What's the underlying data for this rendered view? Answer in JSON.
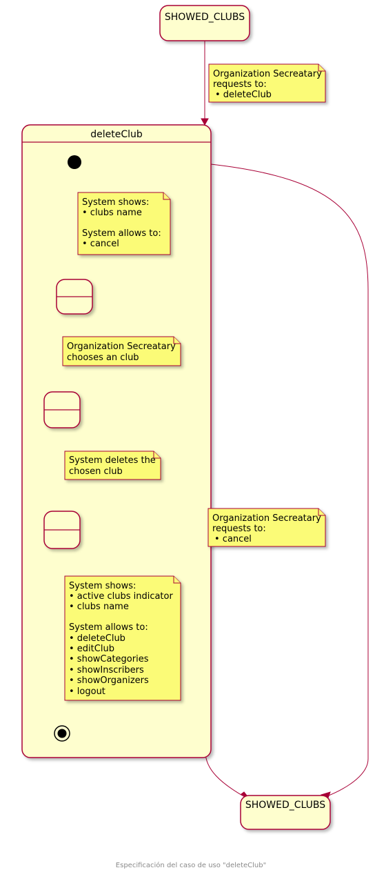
{
  "diagram": {
    "start_state": "SHOWED_CLUBS",
    "end_state": "SHOWED_CLUBS",
    "composite_state": "deleteClub",
    "notes": {
      "request_delete": [
        "Organization Secreatary",
        "requests to:",
        "• deleteClub"
      ],
      "system_shows_1": [
        "System shows:",
        "• clubs name",
        "",
        "System allows to:",
        "• cancel"
      ],
      "chooses_club": [
        "Organization Secreatary",
        "chooses an club"
      ],
      "deletes": [
        "System deletes the",
        "chosen club"
      ],
      "request_cancel": [
        "Organization Secreatary",
        "requests to:",
        "• cancel"
      ],
      "system_shows_2": [
        "System shows:",
        "• active clubs indicator",
        "• clubs name",
        "",
        "System allows to:",
        "• deleteClub",
        "• editClub",
        "• showCategories",
        "• showInscribers",
        "• showOrganizers",
        "• logout"
      ]
    },
    "caption": "Especificación del caso de uso \"deleteClub\""
  },
  "colors": {
    "state_fill": "#FEFECE",
    "border": "#A80036",
    "note_fill": "#FBFB77"
  }
}
